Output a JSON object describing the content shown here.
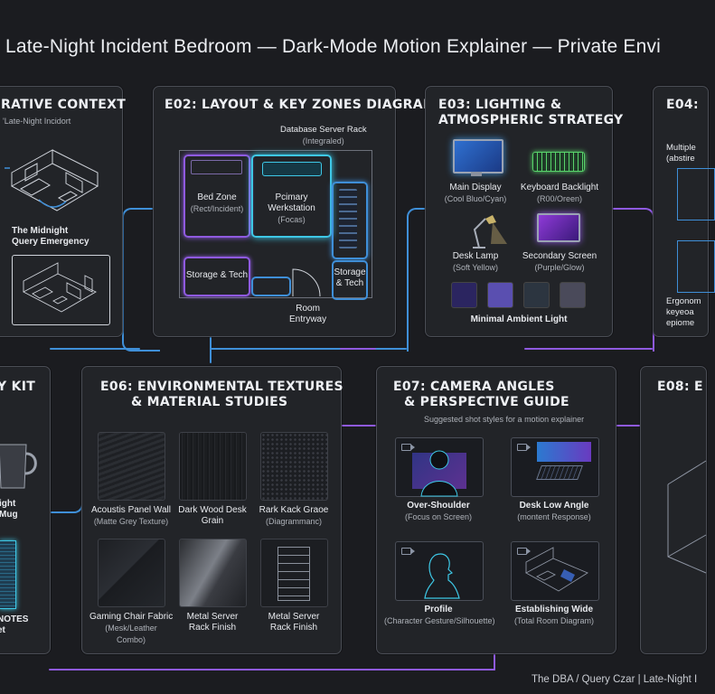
{
  "header": {
    "title": "Late-Night Incident Bedroom — Dark-Mode Motion Explainer — Private Envi"
  },
  "e01": {
    "title": "RATIVE CONTEXT",
    "subtitle": "'Late-Night Incidort",
    "caption_line1": "The Midnight",
    "caption_line2": "Query Emergency"
  },
  "e02": {
    "title": "E02: LAYOUT & KEY ZONES DIAGRAM",
    "rack_label_line1": "Database Server Rack",
    "rack_label_line2": "(Integraled)",
    "bed_line1": "Bed Zone",
    "bed_line2": "(Rect/Incident)",
    "work_line1": "Pcimary",
    "work_line2": "Werkstation",
    "work_line3": "(Focas)",
    "storage1": "Storage & Tech",
    "storage2_line1": "Storage",
    "storage2_line2": "& Tech",
    "entry_line1": "Room",
    "entry_line2": "Entryway"
  },
  "e03": {
    "title_line1": "E03: LIGHTING &",
    "title_line2": "ATMOSPHERIC STRATEGY",
    "items": [
      {
        "name": "Main Display",
        "note": "(Cool Bluo/Cyan)"
      },
      {
        "name": "Keyboard Backlight",
        "note": "(R00/Oreen)"
      },
      {
        "name": "Desk Lamp",
        "note": "(Soft Yellow)"
      },
      {
        "name": "Secondary Screen",
        "note": "(Purple/Glow)"
      }
    ],
    "ambient": "Minimal Ambient Light",
    "swatches": [
      "#2b2560",
      "#5a4fb0",
      "#2c3540",
      "#4a4a5a"
    ]
  },
  "e04": {
    "title": "E04:",
    "text1_line1": "Multiple",
    "text1_line2": "(abstire",
    "text2_line1": "Ergonom",
    "text2_line2": "keyeoa",
    "text2_line3": "epiome"
  },
  "e05": {
    "title": "Y KIT",
    "mug_line1": "ight",
    "mug_line2": "Mug",
    "notes_line1": "NOTES",
    "notes_line2": "et"
  },
  "e06": {
    "title_line1": "E06: ENVIRONMENTAL TEXTURES",
    "title_line2": "& MATERIAL STUDIES",
    "items": [
      {
        "line1": "Acoustis Panel Wall",
        "line2": "(Matte Grey Texture)"
      },
      {
        "line1": "Dark Wood Desk",
        "line2": "Grain"
      },
      {
        "line1": "Rark Kack Graoe",
        "line2": "(Diagrammanc)"
      },
      {
        "line1": "Gaming Chair Fabric",
        "line2": "(Mesk/Leather",
        "line3": "Combo)"
      },
      {
        "line1": "Metal Server",
        "line2": "Rack Finish"
      },
      {
        "line1": "Metal Server",
        "line2": "Rack Finish"
      }
    ]
  },
  "e07": {
    "title_line1": "E07: CAMERA ANGLES",
    "title_line2": "& PERSPECTIVE GUIDE",
    "subtitle": "Suggested shot styles for a motion explainer",
    "shots": [
      {
        "name": "Over-Shoulder",
        "note": "(Focus on Screen)"
      },
      {
        "name": "Desk Low Angle",
        "note": "(montent Response)"
      },
      {
        "name": "Profile",
        "note": "(Character Gesture/Silhouette)"
      },
      {
        "name": "Establishing Wide",
        "note": "(Total Room Diagram)"
      }
    ]
  },
  "e08": {
    "title": "E08: E"
  },
  "footer": {
    "text": "The DBA / Query Czar | Late-Night I"
  },
  "colors": {
    "accent_blue": "#3f8fd8",
    "accent_purple": "#8f5ae0",
    "accent_cyan": "#3ec8e6",
    "background": "#1b1c20"
  }
}
